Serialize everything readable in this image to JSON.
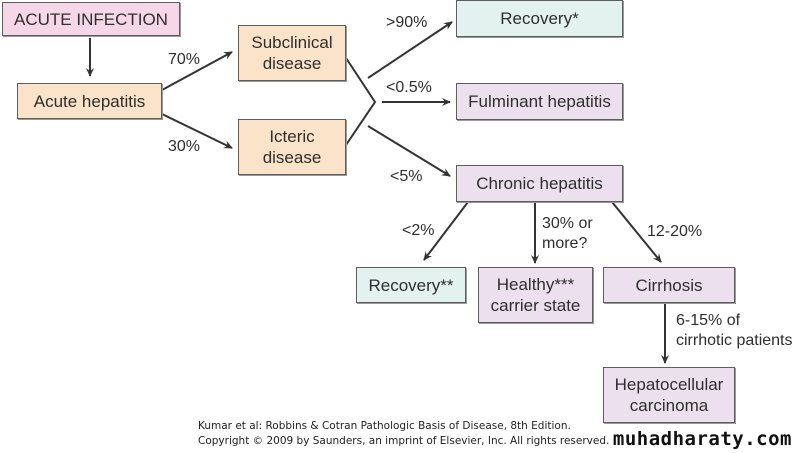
{
  "diagram": {
    "nodes": {
      "acute_infection": "ACUTE INFECTION",
      "acute_hepatitis": "Acute hepatitis",
      "subclinical": [
        "Subclinical",
        "disease"
      ],
      "icteric": [
        "Icteric",
        "disease"
      ],
      "recovery_1": "Recovery*",
      "fulminant": "Fulminant hepatitis",
      "chronic": "Chronic hepatitis",
      "recovery_2": "Recovery**",
      "carrier": [
        "Healthy***",
        "carrier state"
      ],
      "cirrhosis": "Cirrhosis",
      "hcc": [
        "Hepatocellular",
        "carcinoma"
      ]
    },
    "edge_labels": {
      "to_subclinical": "70%",
      "to_icteric": "30%",
      "to_recovery_1": ">90%",
      "to_fulminant": "<0.5%",
      "to_chronic": "<5%",
      "to_recovery_2": "<2%",
      "to_carrier": [
        "30% or",
        "more?"
      ],
      "to_cirrhosis": "12-20%",
      "to_hcc": [
        "6-15% of",
        "cirrhotic patients"
      ]
    },
    "colors": {
      "start": "#f6d7e7",
      "acute": "#fbe3c9",
      "recovery": "#e3f2ee",
      "adverse": "#ece0ee"
    }
  },
  "caption": {
    "line1": "Kumar et al: Robbins & Cotran Pathologic Basis of Disease, 8th Edition.",
    "line2": "Copyright © 2009 by Saunders, an imprint of Elsevier, Inc. All rights reserved."
  },
  "watermark": "muhadharaty.com"
}
